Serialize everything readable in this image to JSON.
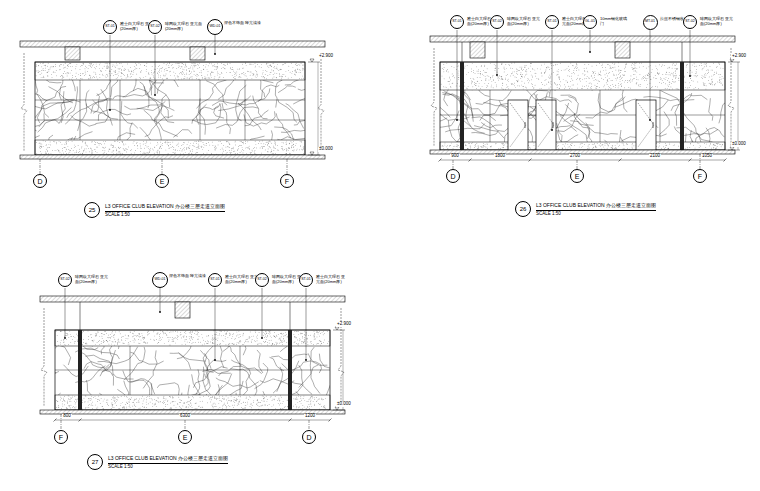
{
  "diagram": {
    "nodes": [
      {
        "text": [
          "ST-01",
          "雅士白大理石 亚光面(20mm厚)"
        ]
      },
      {
        "text": [
          "ST-02",
          "啡网纹大理石 亚光面(20mm厚)"
        ]
      },
      {
        "text": [
          "WD-01",
          "深色木饰面 哑光清漆"
        ]
      },
      {
        "text": [
          "D"
        ]
      },
      {
        "text": [
          "E"
        ]
      },
      {
        "text": [
          "F"
        ]
      },
      {
        "text": [
          "25",
          "L3 OFFICE CLUB ELEVATION 办公楼三层走道立面图",
          "SCALE 1:50"
        ]
      },
      {
        "text": [
          "ST-01",
          "雅士白大理石 亚光面(20mm厚)"
        ]
      },
      {
        "text": [
          "ST-02",
          "啡网纹大理石 亚光面(20mm厚)"
        ]
      },
      {
        "text": [
          "ST-01",
          "雅士白大理石 亚光面(20mm厚)"
        ]
      },
      {
        "text": [
          "GL-01",
          "10mm钢化玻璃门"
        ]
      },
      {
        "text": [
          "MT-01",
          "拉丝不锈钢收口"
        ]
      },
      {
        "text": [
          "ST-02",
          "啡网纹大理石 亚光面(20mm厚)"
        ]
      },
      {
        "text": [
          "D"
        ]
      },
      {
        "text": [
          "E"
        ]
      },
      {
        "text": [
          "F"
        ]
      },
      {
        "text": [
          "26",
          "L3 OFFICE CLUB ELEVATION 办公楼三层走道立面图",
          "SCALE 1:50"
        ]
      },
      {
        "text": [
          "ST-02",
          "啡网纹大理石 亚光面(20mm厚)"
        ]
      },
      {
        "text": [
          "WD-01",
          "深色木饰面 哑光清漆"
        ]
      },
      {
        "text": [
          "ST-01",
          "雅士白大理石 亚光面(20mm厚)"
        ]
      },
      {
        "text": [
          "ST-02",
          "啡网纹大理石 亚光面(20mm厚)"
        ]
      },
      {
        "text": [
          "ST-01",
          "雅士白大理石 亚光面(20mm厚)"
        ]
      },
      {
        "text": [
          "F"
        ]
      },
      {
        "text": [
          "E"
        ]
      },
      {
        "text": [
          "D"
        ]
      },
      {
        "text": [
          "27",
          "L3 OFFICE CLUB ELEVATION 办公楼三层走道立面图",
          "SCALE 1:50"
        ]
      }
    ],
    "labels": [
      "+2.900",
      "±0.000",
      "+2.900",
      "±0.000",
      "900",
      "1800",
      "2700",
      "2100",
      "1050",
      "+2.900",
      "±0.000",
      "800",
      "6300",
      "1200"
    ]
  }
}
